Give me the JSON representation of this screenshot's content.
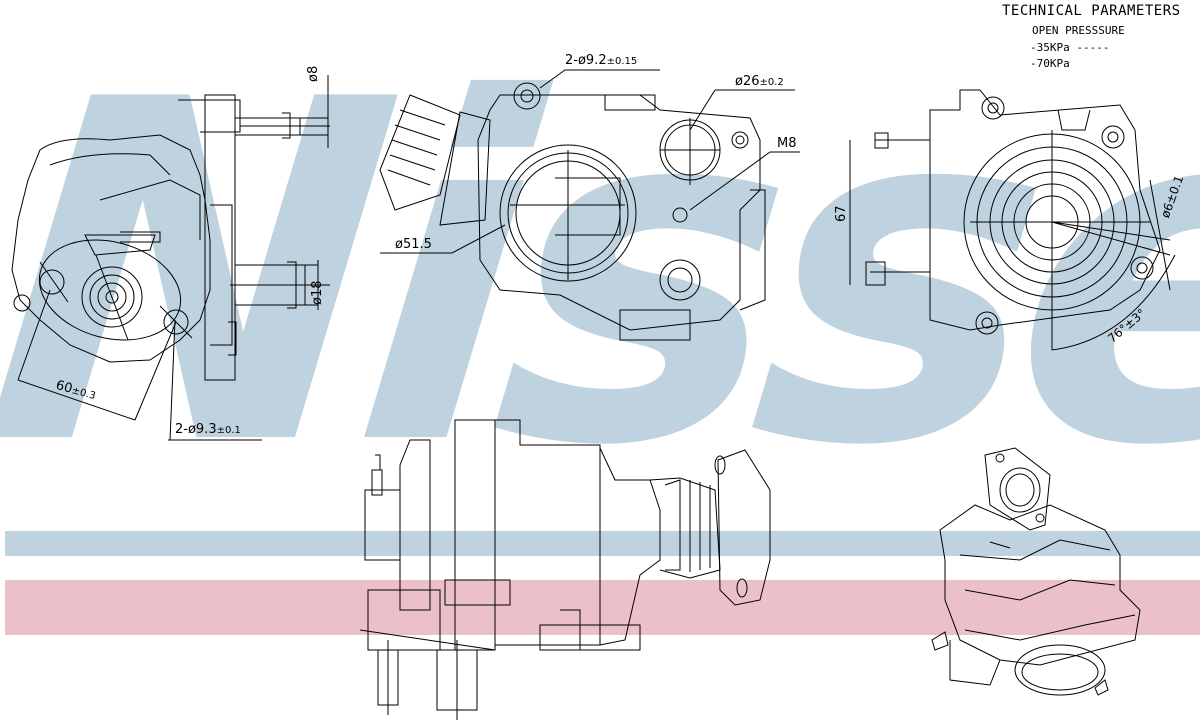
{
  "watermark": {
    "brand_text": "Nissens",
    "registered_mark": "®",
    "color": "#bfd2e0"
  },
  "bands": {
    "blue_color": "#bfd2e0",
    "pink_color": "#ebc0c8"
  },
  "technical_parameters": {
    "title": "TECHNICAL PARAMETERS",
    "subtitle": "OPEN PRESSSURE",
    "lines": [
      "-35KPa -----",
      "-70KPa"
    ]
  },
  "dimensions": {
    "d8": "ø8",
    "d18": "ø18",
    "hole_spacing": "60",
    "hole_spacing_tol": "±0.3",
    "holes_left": "2-ø9.3",
    "holes_left_tol": "±0.1",
    "holes_top": "2-ø9.2",
    "holes_top_tol": "±0.15",
    "bore_26": "ø26",
    "bore_26_tol": "±0.2",
    "thread": "M8",
    "bore_51": "ø51.5",
    "height_67": "67",
    "d6": "ø6±0.1",
    "angle": "76°±3°"
  },
  "views": [
    {
      "name": "left-side-view"
    },
    {
      "name": "front-flange-view"
    },
    {
      "name": "right-actuator-view"
    },
    {
      "name": "bottom-side-view"
    },
    {
      "name": "isometric-view"
    }
  ]
}
